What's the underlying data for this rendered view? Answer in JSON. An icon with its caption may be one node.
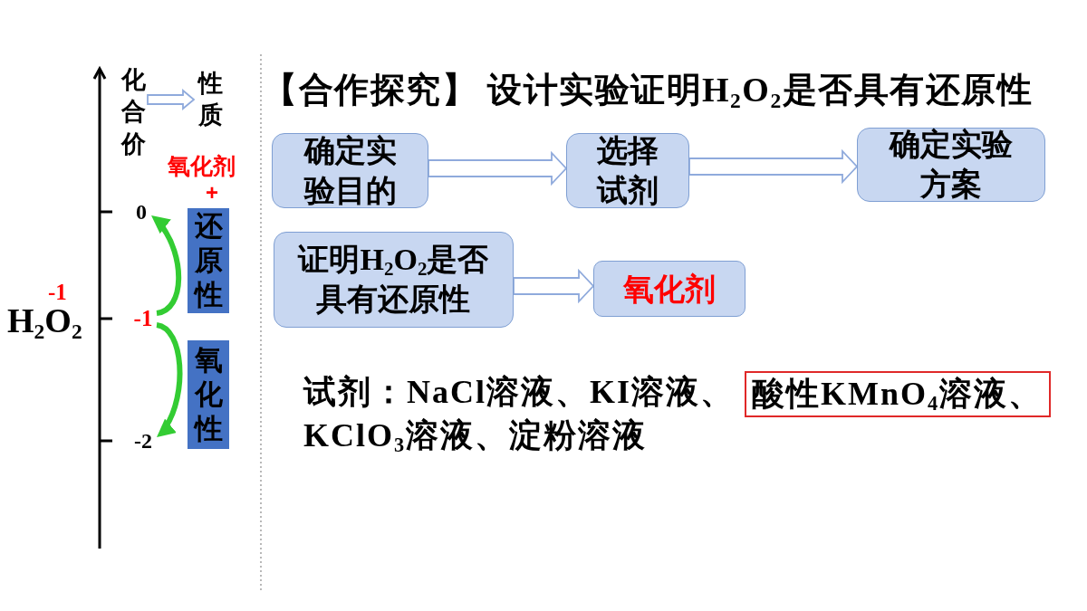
{
  "diagram": {
    "title": "【合作探究】 设计实验证明H$_{2}$O$_{2}$是否具有还原性",
    "nodes": [
      {
        "text": [
          "化合价"
        ]
      },
      {
        "text": [
          "性质"
        ]
      },
      {
        "text": [
          "0"
        ]
      },
      {
        "text": [
          "还原性"
        ]
      },
      {
        "text": [
          "-1"
        ]
      },
      {
        "text": [
          "氧化性"
        ]
      },
      {
        "text": [
          "-2"
        ]
      },
      {
        "text": [
          "确定实验目的"
        ]
      },
      {
        "text": [
          "选择试剂"
        ]
      },
      {
        "text": [
          "确定实验方案"
        ]
      },
      {
        "text": [
          "证明H$_{2}$O$_{2}$是否具有还原性"
        ]
      },
      {
        "text": [
          "氧化剂"
        ]
      },
      {
        "text": [
          "酸性KMnO$_{4}$溶液、"
        ]
      }
    ],
    "edges": [
      {
        "from": 0,
        "to": 1,
        "arrow": "to"
      },
      {
        "from": 4,
        "to": 2,
        "arrow": "to",
        "color": "#33cc33"
      },
      {
        "from": 4,
        "to": 6,
        "arrow": "to",
        "color": "#33cc33"
      },
      {
        "from": 7,
        "to": 8,
        "arrow": "to"
      },
      {
        "from": 8,
        "to": 9,
        "arrow": "to"
      },
      {
        "from": 10,
        "to": 11,
        "arrow": "to"
      }
    ],
    "labels": [
      "氧化剂",
      "+",
      "-1",
      "H$_{2}$O$_{2}$",
      "试剂：NaCl溶液、KI溶液、",
      "KClO$_{3}$溶液、淀粉溶液"
    ]
  }
}
